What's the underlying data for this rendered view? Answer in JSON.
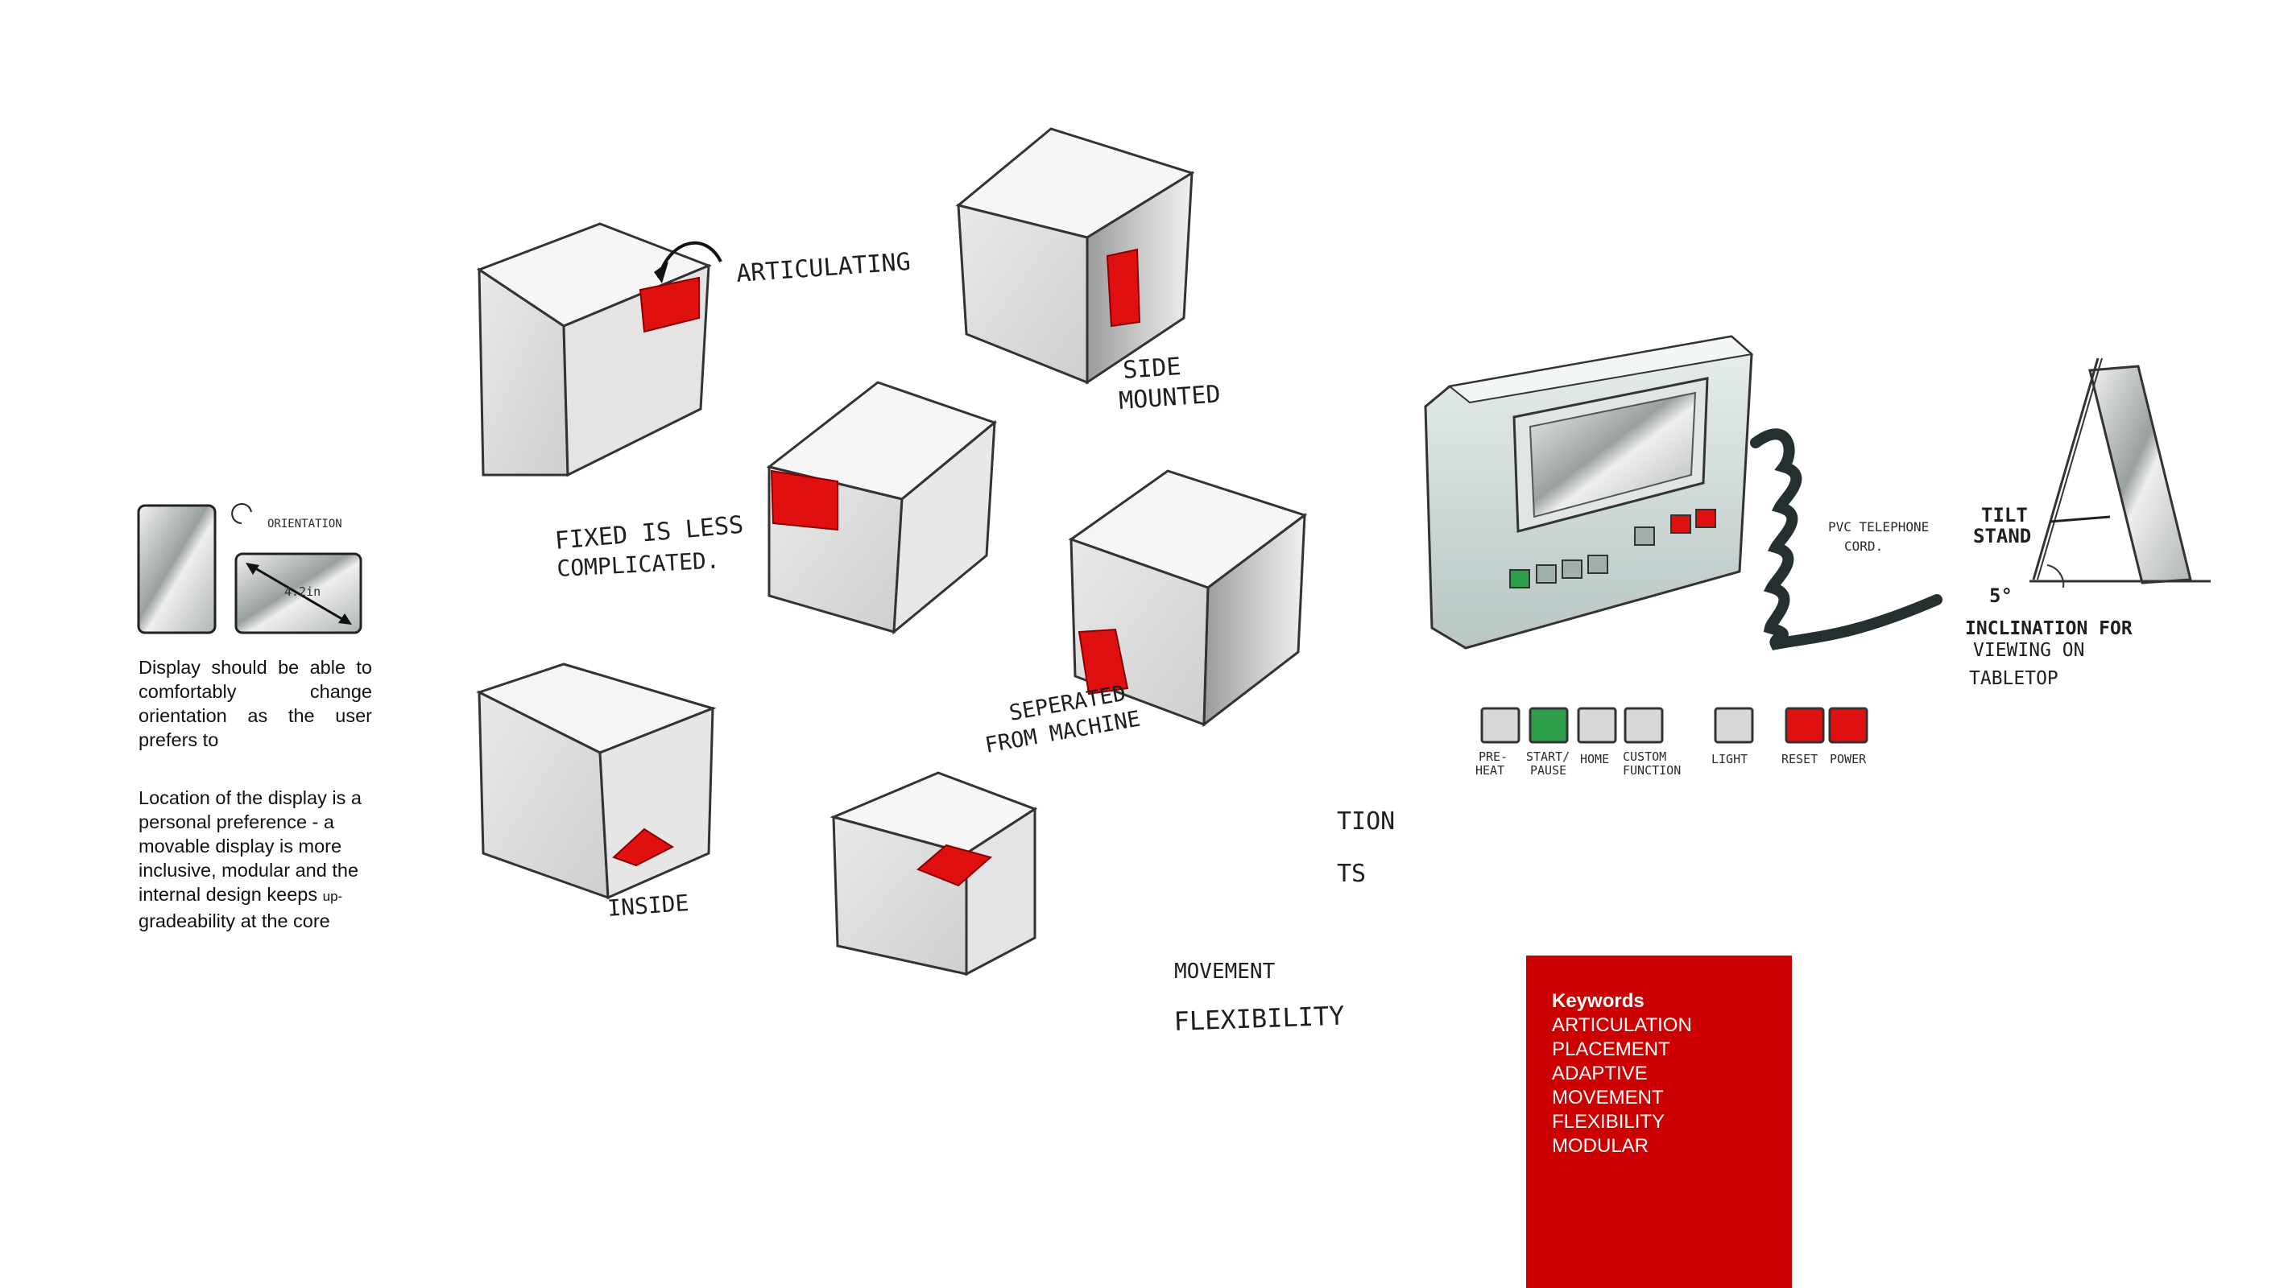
{
  "sketch_labels": {
    "articulating": "ARTICULATING",
    "side_mounted_1": "SIDE",
    "side_mounted_2": "MOUNTED",
    "fixed_1": "FIXED IS LESS",
    "fixed_2": "COMPLICATED.",
    "separated_1": "SEPERATED",
    "separated_2": "FROM MACHINE",
    "inside": "INSIDE",
    "orientation": "ORIENTATION",
    "dimension": "4.2in",
    "pvc_1": "PVC TELEPHONE",
    "pvc_2": "CORD.",
    "tilt_1": "TILT",
    "tilt_2": "STAND",
    "incl_angle": "5°",
    "incl_1": "INCLINATION FOR",
    "incl_2": "VIEWING ON",
    "incl_3": "TABLETOP",
    "frag_tion": "TION",
    "frag_ts": "TS",
    "frag_movement": "MOVEMENT",
    "frag_flex": "FLEXIBILITY"
  },
  "buttons": [
    {
      "label_1": "PRE-",
      "label_2": "HEAT",
      "color": "#d8d8d8"
    },
    {
      "label_1": "START/",
      "label_2": "PAUSE",
      "color": "#2e9e4a"
    },
    {
      "label_1": "HOME",
      "label_2": "",
      "color": "#d8d8d8"
    },
    {
      "label_1": "CUSTOM",
      "label_2": "FUNCTION",
      "color": "#d8d8d8"
    },
    {
      "label_1": "LIGHT",
      "label_2": "",
      "color": "#d8d8d8"
    },
    {
      "label_1": "RESET",
      "label_2": "",
      "color": "#e01010"
    },
    {
      "label_1": "POWER",
      "label_2": "",
      "color": "#e01010"
    }
  ],
  "notes": {
    "p1": "Display should be able to comfortably change orientation as the user prefers to",
    "p2_a": "Location of the display is a personal preference - a movable display is more inclusive, modular and the internal design keeps",
    "p2_up": "up-",
    "p2_b": "gradeability at the core"
  },
  "keywords": {
    "title": "Keywords",
    "items": [
      "ARTICULATION",
      "PLACEMENT",
      "ADAPTIVE",
      "MOVEMENT",
      "FLEXIBILITY",
      "MODULAR"
    ]
  },
  "colors": {
    "accent_red": "#cc0000",
    "marker_red": "#e01010",
    "marker_green": "#2e9e4a"
  }
}
